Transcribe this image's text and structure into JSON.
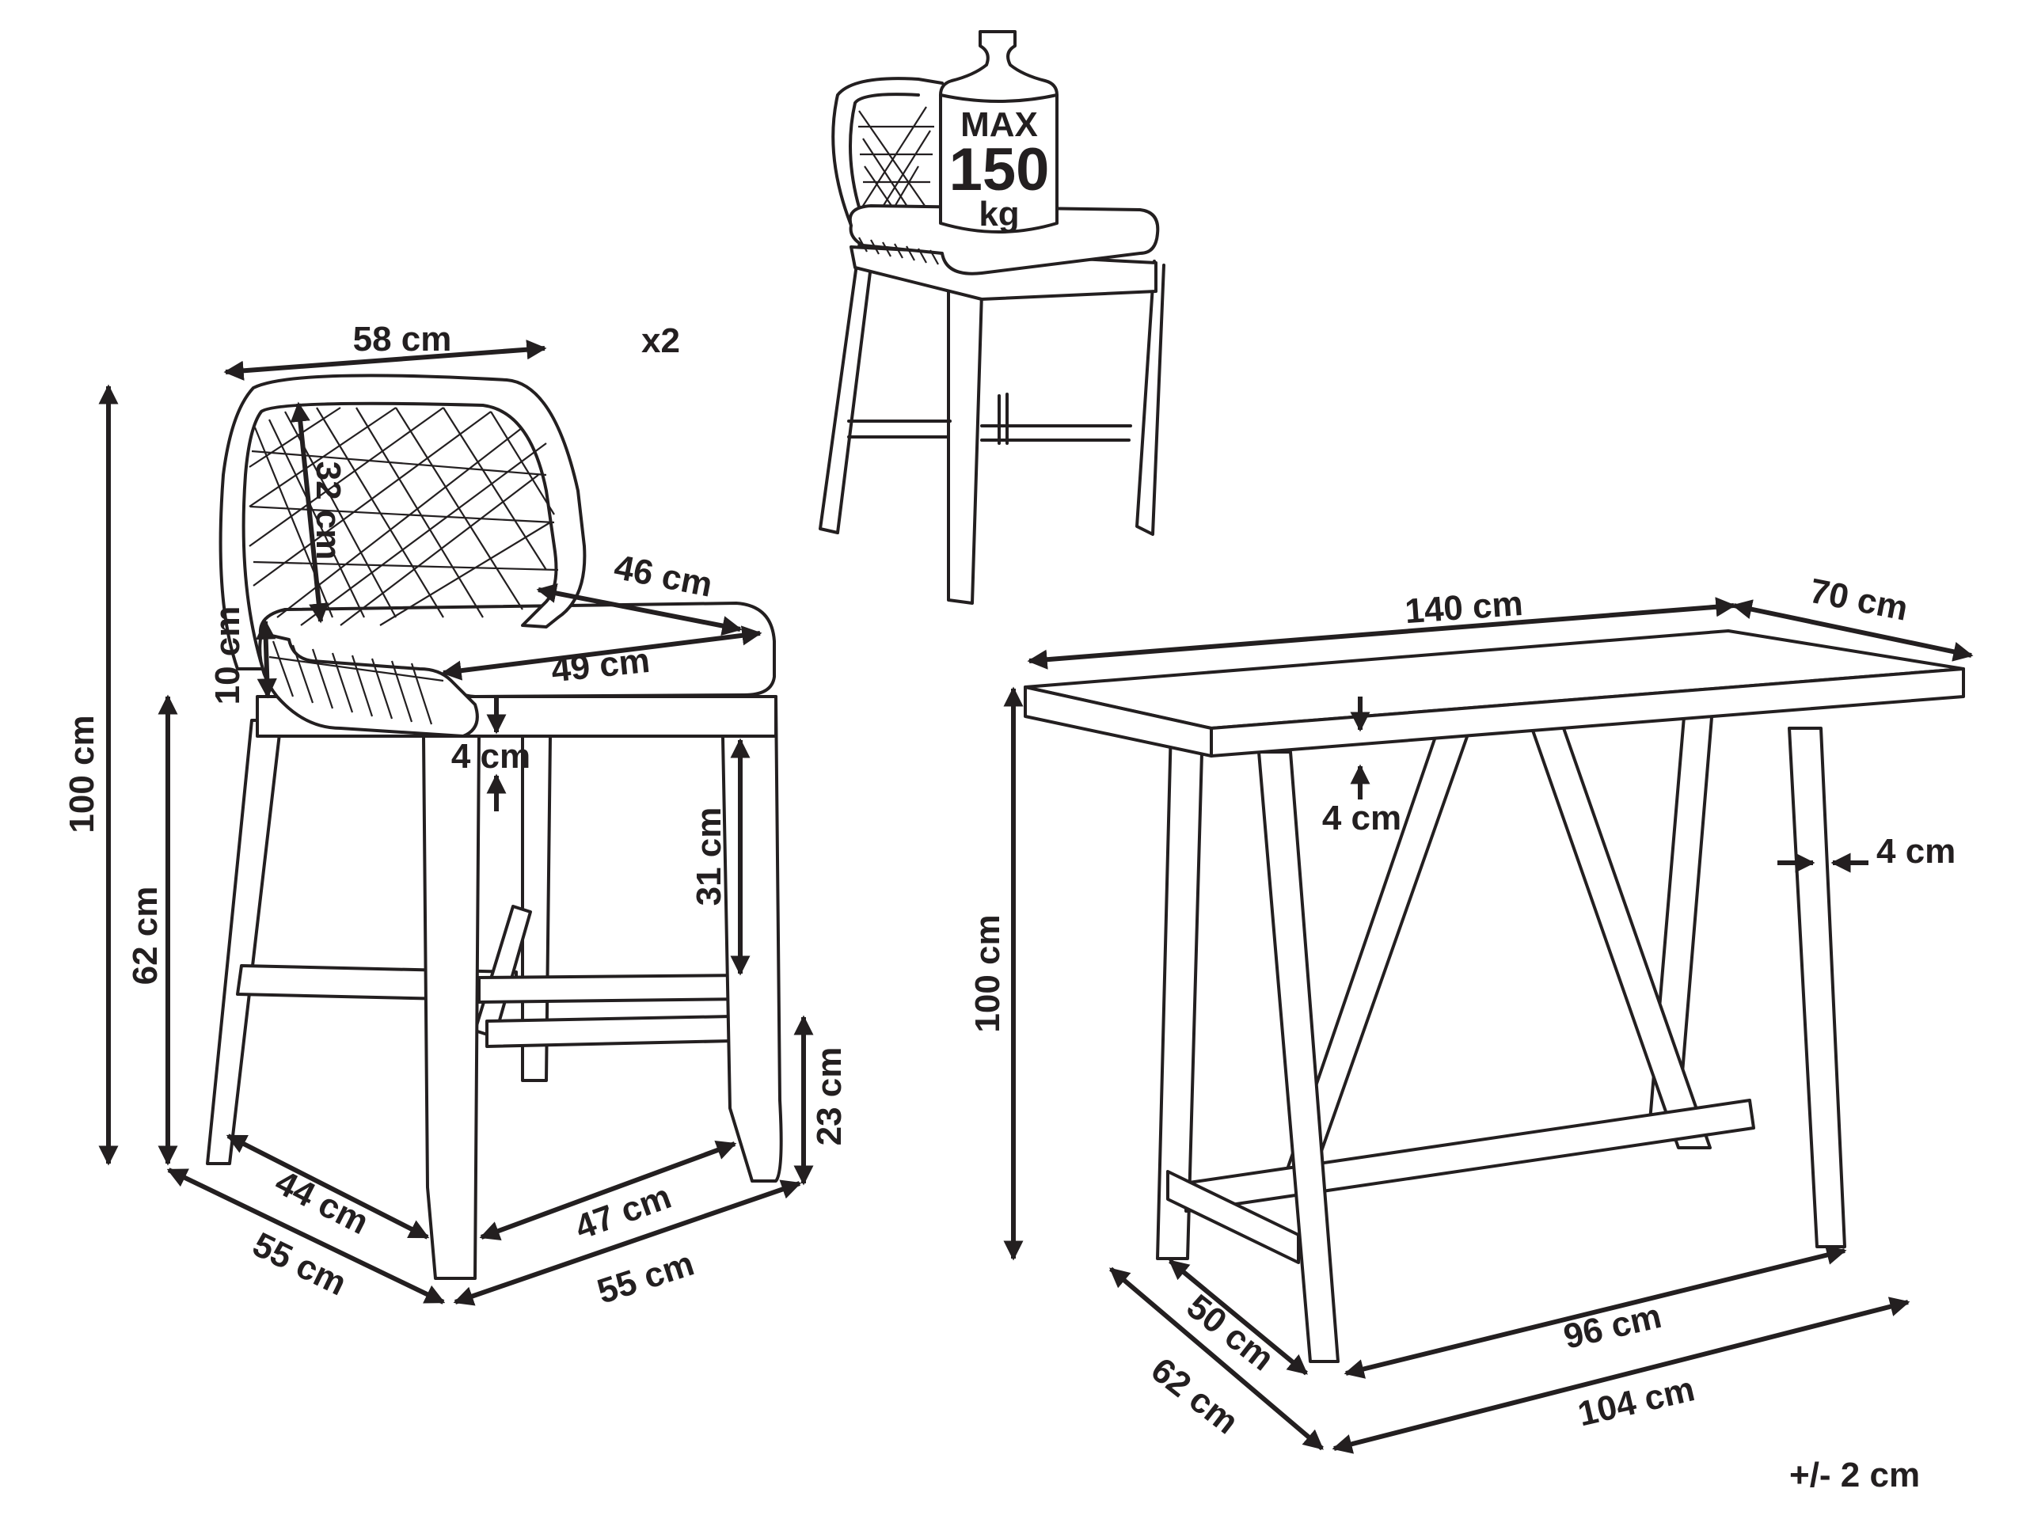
{
  "badge": {
    "count": "x2"
  },
  "weight": {
    "line1": "MAX",
    "line2": "150",
    "line3": "kg"
  },
  "stool_dims": {
    "back_width": "58 cm",
    "backrest_height": "32 cm",
    "seat_depth_top": "46 cm",
    "seat_width": "49 cm",
    "armrest_height": "10 cm",
    "total_height": "100 cm",
    "seat_height": "62 cm",
    "seat_thickness": "4 cm",
    "under_seat_clearance": "31 cm",
    "footrest_height": "23 cm",
    "inner_depth": "44 cm",
    "inner_width": "47 cm",
    "base_depth": "55 cm",
    "base_width": "55 cm"
  },
  "table_dims": {
    "length": "140 cm",
    "width": "70 cm",
    "height": "100 cm",
    "top_thickness": "4 cm",
    "leg_thickness": "4 cm",
    "inner_depth": "50 cm",
    "base_depth": "62 cm",
    "inner_length": "96 cm",
    "base_length": "104 cm"
  },
  "tolerance": "+/- 2 cm",
  "colors": {
    "ink": "#231f20",
    "background": "#ffffff"
  }
}
